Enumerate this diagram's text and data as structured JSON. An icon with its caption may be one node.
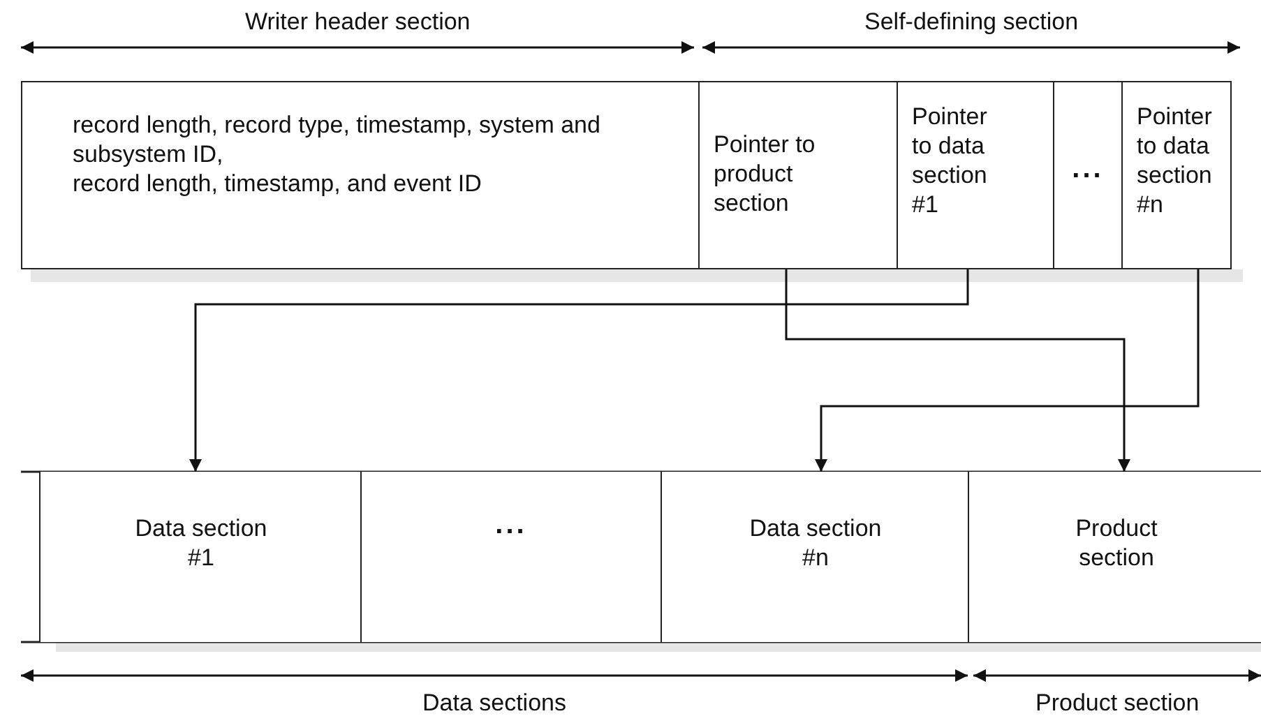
{
  "diagram": {
    "nodes": [
      {
        "text": [
          "record length, record type, timestamp, system and subsystem ID,",
          "record length, timestamp, and event ID"
        ]
      },
      {
        "text": [
          "Pointer to product section"
        ]
      },
      {
        "text": [
          "Pointer to data section #1"
        ]
      },
      {
        "text": [
          "..."
        ]
      },
      {
        "text": [
          "Pointer to data section #n"
        ]
      },
      {
        "text": [
          "Data section #1"
        ]
      },
      {
        "text": [
          "..."
        ]
      },
      {
        "text": [
          "Data section #n"
        ]
      },
      {
        "text": [
          "Product section"
        ]
      }
    ],
    "edges": [
      {
        "from": 2,
        "to": 5,
        "arrow": "to"
      },
      {
        "from": 1,
        "to": 8,
        "arrow": "to"
      },
      {
        "from": 4,
        "to": 7,
        "arrow": "to"
      }
    ],
    "labels": [
      "Writer header section",
      "Self-defining section",
      "Data sections",
      "Product section"
    ]
  }
}
